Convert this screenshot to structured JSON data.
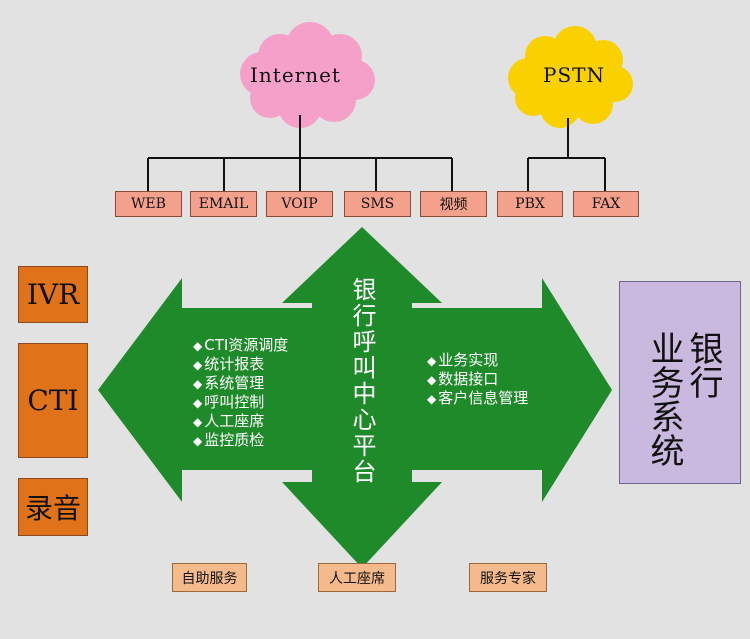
{
  "colors": {
    "background": "#e2e2e2",
    "internet_cloud": "#f4a0c8",
    "pstn_cloud": "#f9d000",
    "channel_box": "#f3a08c",
    "platform_arrow": "#1f8a2a",
    "left_box": "#e0731a",
    "business_box": "#c9b9df",
    "bottom_box": "#f4ba8c"
  },
  "networks": {
    "internet": "Internet",
    "pstn": "PSTN"
  },
  "channels": [
    "WEB",
    "EMAIL",
    "VOIP",
    "SMS",
    "视频",
    "PBX",
    "FAX"
  ],
  "left_modules": [
    "IVR",
    "CTI",
    "录音"
  ],
  "platform": {
    "title": "银行呼叫中心平台",
    "left_features": [
      "CTI资源调度",
      "统计报表",
      "系统管理",
      "呼叫控制",
      "人工座席",
      "监控质检"
    ],
    "right_features": [
      "业务实现",
      "数据接口",
      "客户信息管理"
    ]
  },
  "business": {
    "line1": "银行",
    "line2": "业务系统",
    "text": "银行业务系统"
  },
  "bottom_modules": [
    "自助服务",
    "人工座席",
    "服务专家"
  ]
}
